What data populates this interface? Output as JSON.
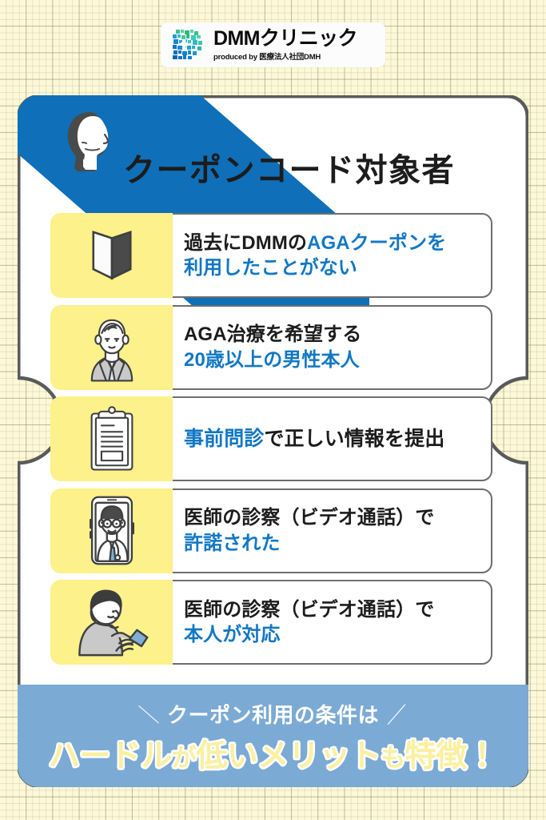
{
  "logo": {
    "mark_name": "dmm-mosaic-d-logo",
    "title": "DMMクリニック",
    "subtitle": "produced by 医療法人社団DMH"
  },
  "card": {
    "ribbon_icon_name": "head-profile-icon",
    "title": "クーポンコード対象者",
    "rows": [
      {
        "icon": "open-book-icon",
        "lines": [
          [
            {
              "text": "過去にDMMの",
              "accent": false
            },
            {
              "text": "AGAクーポンを",
              "accent": true
            }
          ],
          [
            {
              "text": "利用したことがない",
              "accent": true
            }
          ]
        ]
      },
      {
        "icon": "man-in-suit-icon",
        "lines": [
          [
            {
              "text": "AGA治療を希望する",
              "accent": false
            }
          ],
          [
            {
              "text": "20歳以上の男性本人",
              "accent": true
            }
          ]
        ]
      },
      {
        "icon": "clipboard-icon",
        "single": true,
        "lines": [
          [
            {
              "text": "事前問診",
              "accent": true
            },
            {
              "text": "で正しい情報を提出",
              "accent": false
            }
          ]
        ]
      },
      {
        "icon": "doctor-video-call-icon",
        "lines": [
          [
            {
              "text": "医師の診察（ビデオ通話）で",
              "accent": false
            }
          ],
          [
            {
              "text": "許諾された",
              "accent": true
            }
          ]
        ]
      },
      {
        "icon": "person-using-smartphone-icon",
        "lines": [
          [
            {
              "text": "医師の診察（ビデオ通話）で",
              "accent": false
            }
          ],
          [
            {
              "text": "本人が対応",
              "accent": true
            }
          ]
        ]
      }
    ]
  },
  "footer": {
    "slash_left": "＼",
    "slash_right": "／",
    "top_text": "クーポン利用の条件は",
    "bottom_main": "ハードル",
    "bottom_small_1": "が",
    "bottom_main_2": "低いメリット",
    "bottom_small_2": "も",
    "bottom_main_3": "特徴！"
  },
  "colors": {
    "ribbon_blue": "#0F6FB8",
    "accent_blue": "#1277C4",
    "tile_yellow": "#FCF18A",
    "footer_blue": "#7BAAD4",
    "footer_yellow": "#FAF0A0",
    "card_border": "#5A5A5A",
    "page_bg": "#FCF8D8",
    "text_dark": "#1C1C1C"
  }
}
